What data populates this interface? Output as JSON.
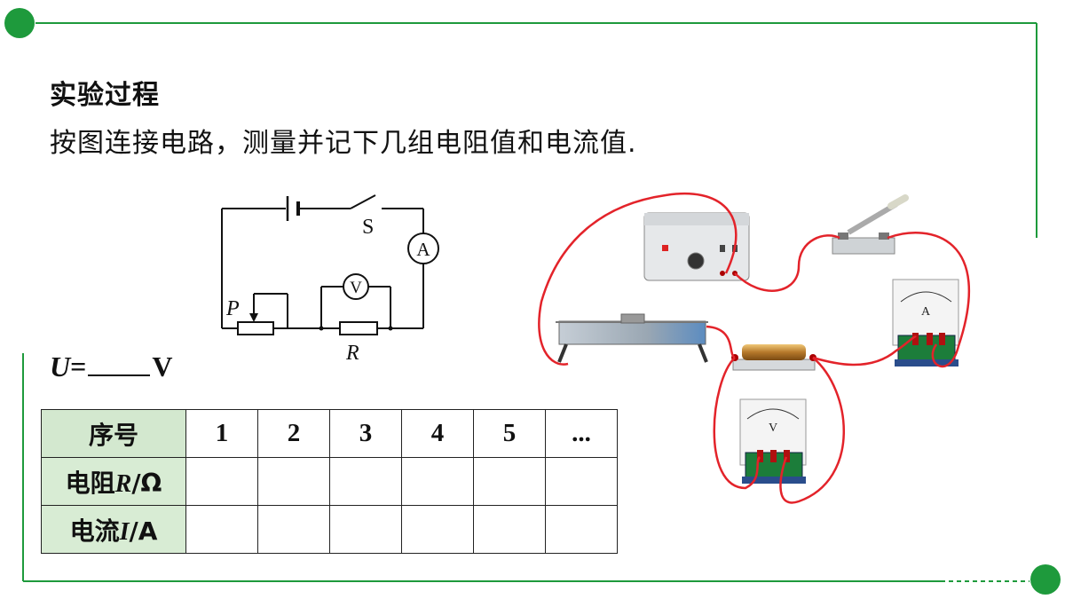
{
  "slide": {
    "heading": "实验过程",
    "instruction": "按图连接电路，测量并记下几组电阻值和电流值.",
    "accent_color": "#1e9a3c"
  },
  "circuit": {
    "switch_label": "S",
    "ammeter_label": "A",
    "voltmeter_label": "V",
    "rheostat_label": "P",
    "resistor_label": "R"
  },
  "voltage_line": {
    "symbol": "U",
    "equals": "=",
    "unit": "V"
  },
  "table": {
    "header_label": "序号",
    "columns": [
      "1",
      "2",
      "3",
      "4",
      "5",
      "..."
    ],
    "row_resistance": {
      "name": "电阻",
      "symbol": "R",
      "unit": "/Ω"
    },
    "row_current": {
      "name": "电流",
      "symbol": "I",
      "unit": "/A"
    }
  },
  "apparatus": {
    "ammeter_letter": "A",
    "voltmeter_letter": "V"
  }
}
